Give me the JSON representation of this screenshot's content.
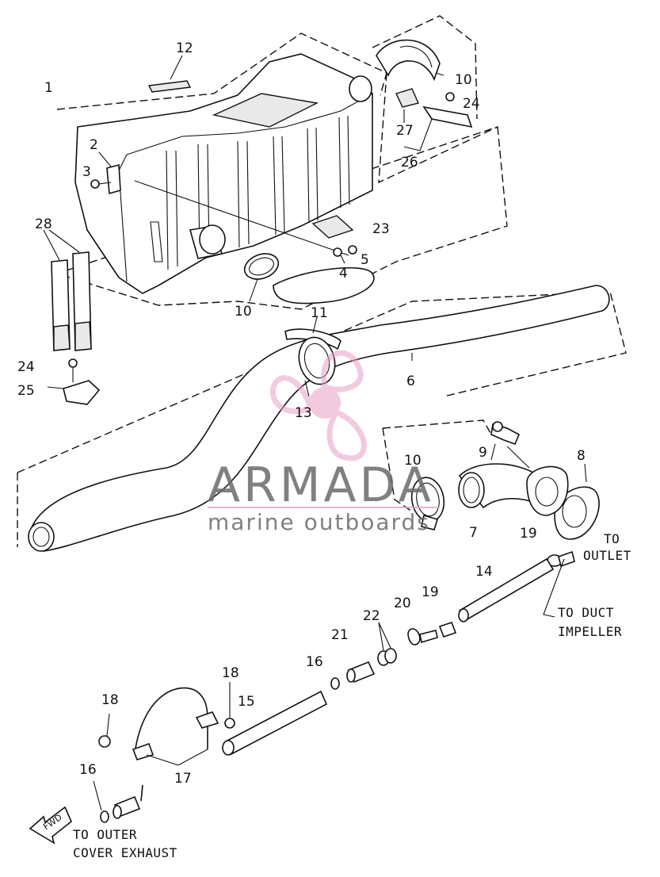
{
  "parts": {
    "p1": "1",
    "p2": "2",
    "p3": "3",
    "p4": "4",
    "p5": "5",
    "p6": "6",
    "p7": "7",
    "p8": "8",
    "p9": "9",
    "p10a": "10",
    "p10b": "10",
    "p10c": "10",
    "p11": "11",
    "p12": "12",
    "p13": "13",
    "p14": "14",
    "p15": "15",
    "p16a": "16",
    "p16b": "16",
    "p17": "17",
    "p18a": "18",
    "p18b": "18",
    "p19a": "19",
    "p19b": "19",
    "p20": "20",
    "p21": "21",
    "p22": "22",
    "p23": "23",
    "p24a": "24",
    "p24b": "24",
    "p25": "25",
    "p26": "26",
    "p27": "27",
    "p28": "28"
  },
  "notes": {
    "to_outlet_1": "TO",
    "to_outlet_2": "OUTLET",
    "to_duct_1": "TO DUCT",
    "to_duct_2": "IMPELLER",
    "to_outer_1": "TO OUTER",
    "to_outer_2": "COVER EXHAUST",
    "fwd": "FWD"
  },
  "watermark": {
    "brand": "ARMADA",
    "tagline": "marine outboards",
    "logo": "propeller-logo",
    "color": "#e8a0c8"
  },
  "colors": {
    "line": "#111111",
    "background": "#ffffff",
    "watermark_text": "#6a6a6a"
  }
}
